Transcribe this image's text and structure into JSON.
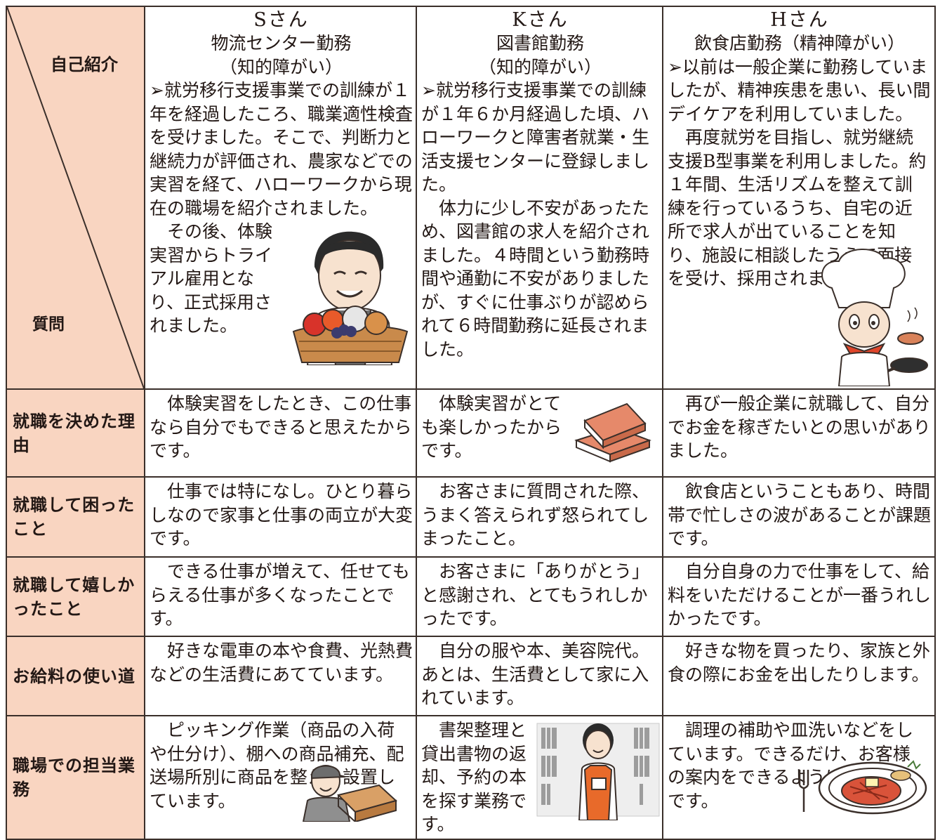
{
  "header": {
    "corner_top": "自己紹介",
    "corner_bottom": "質問",
    "people": [
      {
        "name": "Sさん",
        "job_lines": [
          "物流センター勤務",
          "（知的障がい）"
        ],
        "intro_lead": "➢就労移行支援事業での訓練が１年を経過したころ、職業適性検査を受けました。そこで、判断力と継続力が評価され、農家などでの実習を経て、ハローワークから現在の職場を紹介されました。",
        "intro_follow": "その後、体験実習からトライアル雇用となり、正式採用されました。"
      },
      {
        "name": "Kさん",
        "job_lines": [
          "図書館勤務",
          "（知的障がい）"
        ],
        "intro_lead": "➢就労移行支援事業での訓練が１年６か月経過した頃、ハローワークと障害者就業・生活支援センターに登録しました。",
        "intro_follow": "体力に少し不安があったため、図書館の求人を紹介されました。４時間という勤務時間や通勤に不安がありましたが、すぐに仕事ぶりが認められて６時間勤務に延長されました。"
      },
      {
        "name": "Hさん",
        "job_lines": [
          "飲食店勤務（精神障がい）"
        ],
        "intro_lead": "➢以前は一般企業に勤務していましたが、精神疾患を患い、長い間デイケアを利用していました。",
        "intro_follow": "再度就労を目指し、就労継続支援B型事業を利用しました。約１年間、生活リズムを整えて訓練を行っているうち、自宅の近所で求人が出ていることを知り、施設に相談したうえで面接を受け、採用されました。"
      }
    ]
  },
  "rows": [
    {
      "label": "就職を決めた理由",
      "answers": [
        "体験実習をしたとき、この仕事なら自分でもできると思えたからです。",
        "体験実習がとても楽しかったからです。",
        "再び一般企業に就職して、自分でお金を稼ぎたいとの思いがありました。"
      ]
    },
    {
      "label": "就職して困ったこと",
      "answers": [
        "仕事では特になし。ひとり暮らしなので家事と仕事の両立が大変です。",
        "お客さまに質問された際、うまく答えられず怒られてしまったこと。",
        "飲食店ということもあり、時間帯で忙しさの波があることが課題です。"
      ]
    },
    {
      "label": "就職して嬉しかったこと",
      "answers": [
        "できる仕事が増えて、任せてもらえる仕事が多くなったことです。",
        "お客さまに「ありがとう」と感謝され、とてもうれしかったです。",
        "自分自身の力で仕事をして、給料をいただけることが一番うれしかったです。"
      ]
    },
    {
      "label": "お給料の使い道",
      "answers": [
        "好きな電車の本や食費、光熱費などの生活費にあてています。",
        "自分の服や本、美容院代。あとは、生活費として家に入れています。",
        "好きな物を買ったり、家族と外食の際にお金を出したりします。"
      ]
    },
    {
      "label": "職場での担当業務",
      "answers": [
        "ピッキング作業（商品の入荷や仕分け）、棚への商品補充、配送場所別に商品を整え、設置しています。",
        "書架整理と貸出書物の返却、予約の本を探す業務です。",
        "調理の補助や皿洗いなどをしています。できるだけ、お客様の案内をできるようになりたいです。"
      ]
    }
  ],
  "colors": {
    "header_fill": "#f9d5c1",
    "border": "#3a2f2a",
    "text": "#231815"
  }
}
